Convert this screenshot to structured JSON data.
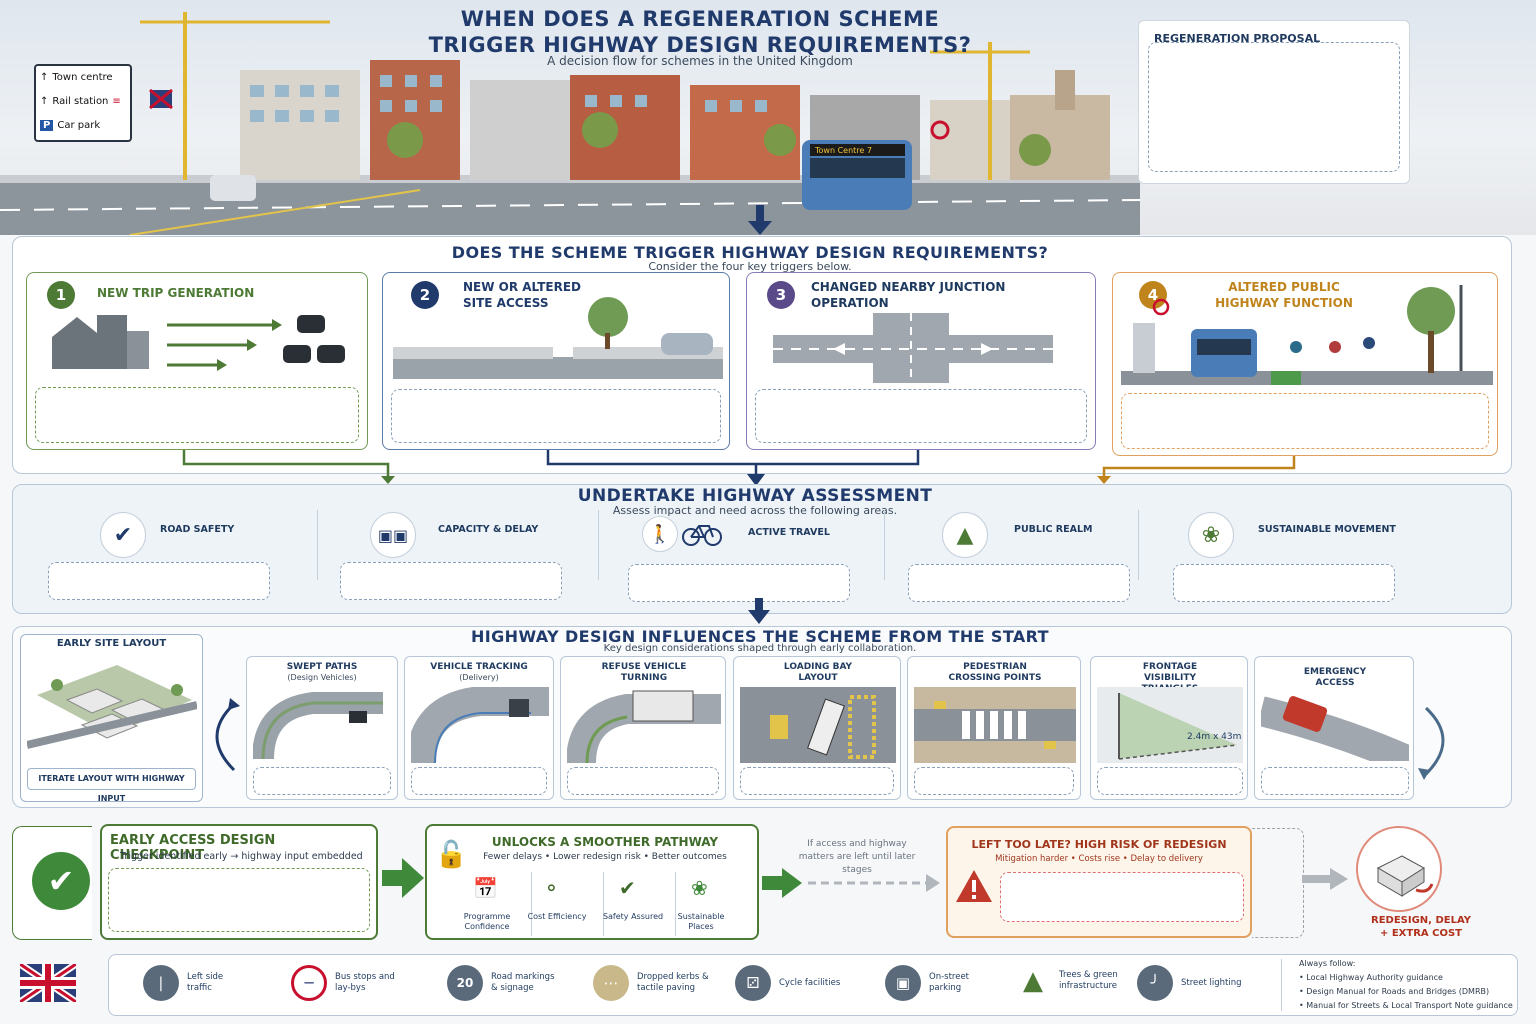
{
  "header": {
    "title": "WHEN DOES A REGENERATION SCHEME TRIGGER HIGHWAY DESIGN REQUIREMENTS?",
    "subtitle": "A decision flow for schemes in the United Kingdom",
    "proposal_label": "REGENERATION PROPOSAL",
    "signs": [
      "Town centre",
      "Rail station",
      "Car park"
    ],
    "bus_destination": "Town Centre  7"
  },
  "triggers": {
    "title": "DOES THE SCHEME TRIGGER HIGHWAY DESIGN REQUIREMENTS?",
    "subtitle": "Consider the four key triggers below.",
    "items": [
      {
        "num": "1",
        "label": "NEW TRIP GENERATION",
        "color": "#4d7a35"
      },
      {
        "num": "2",
        "label": "NEW OR ALTERED SITE ACCESS",
        "color": "#1f3a6b"
      },
      {
        "num": "3",
        "label": "CHANGED NEARBY JUNCTION OPERATION",
        "color": "#5a4a8a"
      },
      {
        "num": "4",
        "label": "ALTERED PUBLIC HIGHWAY FUNCTION",
        "color": "#c0841c"
      }
    ]
  },
  "assessment": {
    "title": "UNDERTAKE HIGHWAY ASSESSMENT",
    "subtitle": "Assess impact and need across the following areas.",
    "items": [
      {
        "label": "ROAD SAFETY",
        "icon": "shield-check-icon"
      },
      {
        "label": "CAPACITY & DELAY",
        "icon": "cars-icon"
      },
      {
        "label": "ACTIVE TRAVEL",
        "icon": "walk-cycle-icon"
      },
      {
        "label": "PUBLIC REALM",
        "icon": "tree-bench-icon"
      },
      {
        "label": "SUSTAINABLE MOVEMENT",
        "icon": "leaf-icon"
      }
    ]
  },
  "design": {
    "title": "HIGHWAY DESIGN INFLUENCES THE SCHEME FROM THE START",
    "subtitle": "Key design considerations shaped through early collaboration.",
    "early_layout": "EARLY SITE LAYOUT",
    "iterate": "ITERATE LAYOUT WITH HIGHWAY INPUT",
    "cards": [
      {
        "title": "SWEPT PATHS",
        "sub": "(Design Vehicles)"
      },
      {
        "title": "VEHICLE TRACKING",
        "sub": "(Delivery)"
      },
      {
        "title": "REFUSE VEHICLE TURNING",
        "sub": ""
      },
      {
        "title": "LOADING BAY LAYOUT",
        "sub": ""
      },
      {
        "title": "PEDESTRIAN CROSSING POINTS",
        "sub": ""
      },
      {
        "title": "FRONTAGE VISIBILITY TRIANGLES",
        "sub": ""
      },
      {
        "title": "EMERGENCY ACCESS",
        "sub": ""
      }
    ],
    "visibility_value": "2.4m x 43m"
  },
  "outcomes": {
    "checkpoint_title": "EARLY ACCESS DESIGN CHECKPOINT",
    "checkpoint_sub": "Trigger identified early → highway input embedded",
    "pathway_title": "UNLOCKS A SMOOTHER PATHWAY",
    "pathway_sub": "Fewer delays • Lower redesign risk • Better outcomes",
    "benefits": [
      "Programme Confidence",
      "Cost Efficiency",
      "Safety Assured",
      "Sustainable Places"
    ],
    "late_note": "If access and highway matters are left until later stages",
    "late_title": "LEFT TOO LATE?  HIGH RISK OF REDESIGN",
    "late_sub": "Mitigation harder • Costs rise • Delay to delivery",
    "redesign": "REDESIGN, DELAY + EXTRA COST"
  },
  "legend": {
    "items": [
      {
        "label": "Left side traffic",
        "icon": "road-icon"
      },
      {
        "label": "Bus stops and lay-bys",
        "icon": "bus-stop-icon"
      },
      {
        "label": "Road markings & signage",
        "icon": "speed-sign-icon",
        "glyph": "20"
      },
      {
        "label": "Dropped kerbs & tactile paving",
        "icon": "tactile-icon"
      },
      {
        "label": "Cycle facilities",
        "icon": "bicycle-icon"
      },
      {
        "label": "On-street parking",
        "icon": "car-icon"
      },
      {
        "label": "Trees & green infrastructure",
        "icon": "tree-icon"
      },
      {
        "label": "Street lighting",
        "icon": "street-light-icon"
      }
    ],
    "follow_title": "Always follow:",
    "follow": [
      "Local Highway Authority guidance",
      "Design Manual for Roads and Bridges (DMRB)",
      "Manual for Streets & Local Transport Note guidance"
    ]
  },
  "colors": {
    "navy": "#1f3a6b",
    "green": "#4d7a35",
    "purple": "#5a4a8a",
    "orange": "#c0841c",
    "red": "#c0392b"
  }
}
